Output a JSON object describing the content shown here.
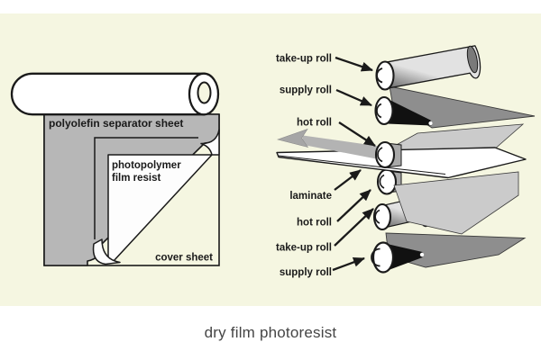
{
  "figure": {
    "caption": "dry film photoresist"
  },
  "colors": {
    "background": "#ffffff",
    "panel": "#f5f6e1",
    "separator_gray": "#b7b7b7",
    "dark_sheet": "#8e8e8e",
    "light_sheet": "#cbcbcb",
    "roll_black": "#111111",
    "outline": "#1a1a1a",
    "caption_text": "#454545"
  },
  "left_diagram": {
    "labels": {
      "separator_sheet": "polyolefin separator sheet",
      "film_resist_line1": "photopolymer",
      "film_resist_line2": "film resist",
      "cover_sheet": "cover sheet"
    }
  },
  "right_diagram": {
    "labels": [
      {
        "id": "take-up-roll-top",
        "text": "take-up roll"
      },
      {
        "id": "supply-roll-top",
        "text": "supply roll"
      },
      {
        "id": "hot-roll-top",
        "text": "hot roll"
      },
      {
        "id": "laminate",
        "text": "laminate"
      },
      {
        "id": "hot-roll-bottom",
        "text": "hot roll"
      },
      {
        "id": "take-up-roll-bottom",
        "text": "take-up roll"
      },
      {
        "id": "supply-roll-bottom",
        "text": "supply roll"
      }
    ]
  }
}
